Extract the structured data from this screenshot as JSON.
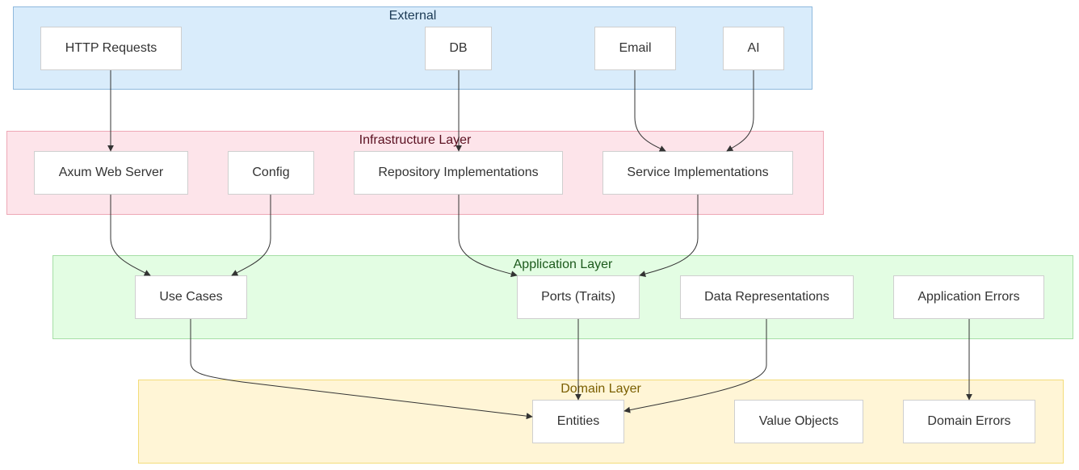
{
  "colors": {
    "external": {
      "fill": "#d9ecfb",
      "border": "#8fb9dd",
      "title": "#1b3a55"
    },
    "infrastructure": {
      "fill": "#fde4ea",
      "border": "#eea8b6",
      "title": "#5a1020"
    },
    "application": {
      "fill": "#e3fde3",
      "border": "#a6dfa6",
      "title": "#1c5a1c"
    },
    "domain": {
      "fill": "#fff5d6",
      "border": "#f3dc7a",
      "title": "#7a5e00"
    },
    "edge": "#333333"
  },
  "layers": {
    "external": {
      "title": "External"
    },
    "infrastructure": {
      "title": "Infrastructure Layer"
    },
    "application": {
      "title": "Application Layer"
    },
    "domain": {
      "title": "Domain Layer"
    }
  },
  "nodes": {
    "http_requests": "HTTP Requests",
    "db": "DB",
    "email": "Email",
    "ai": "AI",
    "axum_web_server": "Axum Web Server",
    "config": "Config",
    "repository_implementations": "Repository Implementations",
    "service_implementations": "Service Implementations",
    "use_cases": "Use Cases",
    "ports_traits": "Ports (Traits)",
    "data_representations": "Data Representations",
    "application_errors": "Application Errors",
    "entities": "Entities",
    "value_objects": "Value Objects",
    "domain_errors": "Domain Errors"
  },
  "edges": [
    {
      "from": "HTTP Requests",
      "to": "Axum Web Server"
    },
    {
      "from": "DB",
      "to": "Repository Implementations"
    },
    {
      "from": "Email",
      "to": "Service Implementations"
    },
    {
      "from": "AI",
      "to": "Service Implementations"
    },
    {
      "from": "Axum Web Server",
      "to": "Use Cases"
    },
    {
      "from": "Config",
      "to": "Use Cases"
    },
    {
      "from": "Repository Implementations",
      "to": "Ports (Traits)"
    },
    {
      "from": "Service Implementations",
      "to": "Ports (Traits)"
    },
    {
      "from": "Use Cases",
      "to": "Entities"
    },
    {
      "from": "Ports (Traits)",
      "to": "Entities"
    },
    {
      "from": "Data Representations",
      "to": "Entities"
    },
    {
      "from": "Application Errors",
      "to": "Domain Errors"
    }
  ]
}
